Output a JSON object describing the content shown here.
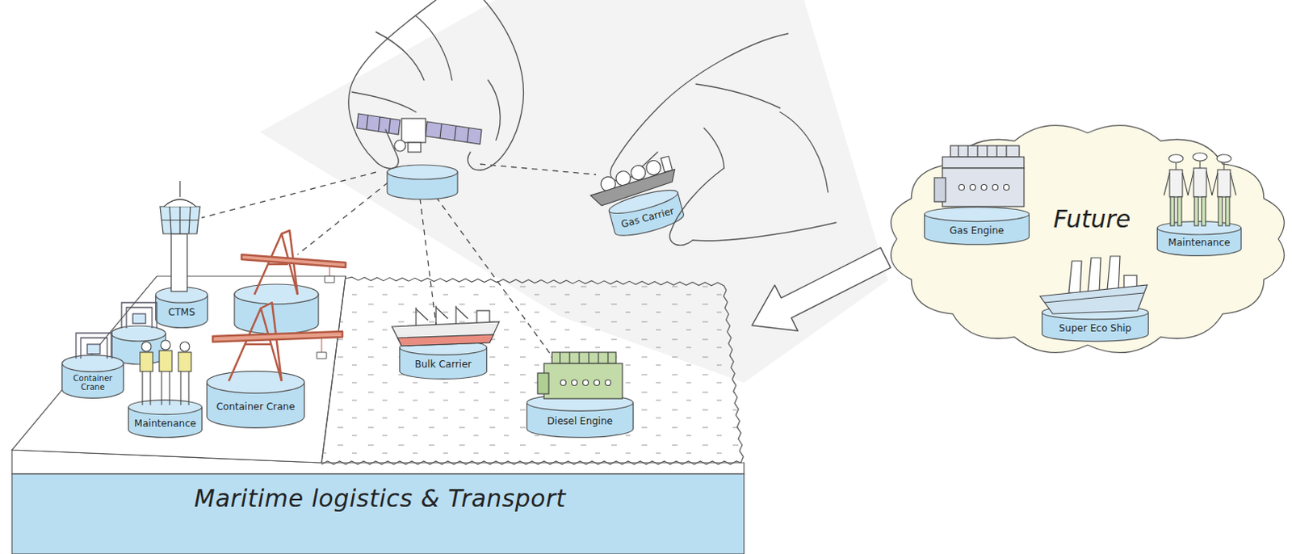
{
  "diagram": {
    "nodes": [
      {
        "text": [
          "Maritime logistics & Transport"
        ]
      },
      {
        "text": [
          "CTMS"
        ],
        "in": 0
      },
      {
        "text": [
          "Container Crane"
        ],
        "in": 0
      },
      {
        "text": [
          "Container Crane"
        ],
        "in": 0
      },
      {
        "text": [
          "Maintenance"
        ],
        "in": 0
      },
      {
        "text": [
          "Bulk Carrier"
        ],
        "in": 0
      },
      {
        "text": [
          "Diesel Engine"
        ],
        "in": 0
      },
      {
        "text": [
          "Gas Carrier"
        ]
      },
      {
        "text": [
          "Future"
        ]
      },
      {
        "text": [
          "Gas Engine"
        ],
        "in": 8
      },
      {
        "text": [
          "Maintenance"
        ],
        "in": 8
      },
      {
        "text": [
          "Super Eco Ship"
        ],
        "in": 8
      }
    ],
    "edges": [
      {
        "from": 8,
        "to": 0,
        "arrow": "to"
      }
    ]
  }
}
